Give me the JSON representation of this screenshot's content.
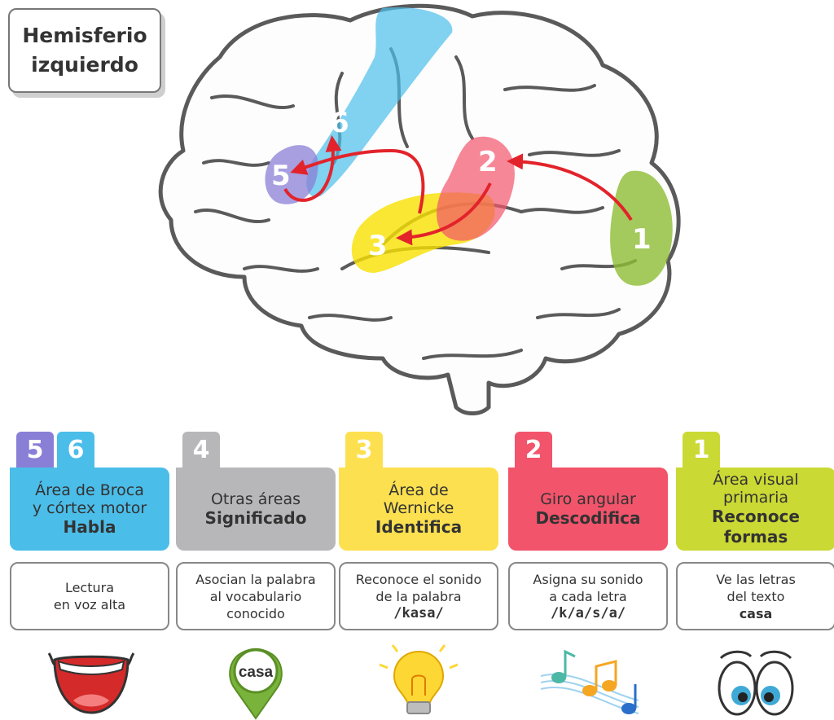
{
  "title": {
    "line1": "Hemisferio",
    "line2": "izquierdo"
  },
  "brain_labels": [
    "1",
    "2",
    "3",
    "5",
    "6"
  ],
  "colors": {
    "blue": "#4bbde9",
    "gray": "#b7b7b9",
    "yellow": "#fde04f",
    "pink": "#f2546b",
    "green": "#cbd934",
    "purple": "#8a7fd6",
    "arrow": "#e3232b",
    "outline": "#5a5a5a"
  },
  "columns": [
    {
      "tabs": [
        "5",
        "6"
      ],
      "lines": [
        "Área de Broca",
        "y córtex motor"
      ],
      "strong": [
        "Habla"
      ],
      "desc": [
        "Lectura",
        "en voz alta"
      ],
      "desc_mono": "",
      "desc_strong": "",
      "icon": "smiling-mouth-icon"
    },
    {
      "tabs": [
        "4"
      ],
      "lines": [
        "Otras áreas"
      ],
      "strong": [
        "Significado"
      ],
      "desc": [
        "Asocian la palabra",
        "al vocabulario",
        "conocido"
      ],
      "desc_mono": "",
      "desc_strong": "",
      "icon": "map-pin-icon",
      "icon_text": "casa"
    },
    {
      "tabs": [
        "3"
      ],
      "lines": [
        "Área de",
        "Wernicke"
      ],
      "strong": [
        "Identifica"
      ],
      "desc": [
        "Reconoce el sonido",
        "de la palabra"
      ],
      "desc_mono": "/kasa/",
      "desc_strong": "",
      "icon": "lightbulb-icon"
    },
    {
      "tabs": [
        "2"
      ],
      "lines": [
        "Giro angular"
      ],
      "strong": [
        "Descodifica"
      ],
      "desc": [
        "Asigna su sonido",
        "a cada letra"
      ],
      "desc_mono": "/k/a/s/a/",
      "desc_strong": "",
      "icon": "music-notes-icon"
    },
    {
      "tabs": [
        "1"
      ],
      "lines": [
        "Área visual",
        "primaria"
      ],
      "strong": [
        "Reconoce",
        "formas"
      ],
      "desc": [
        "Ve las letras",
        "del texto"
      ],
      "desc_mono": "",
      "desc_strong": "casa",
      "icon": "eyes-icon"
    }
  ]
}
